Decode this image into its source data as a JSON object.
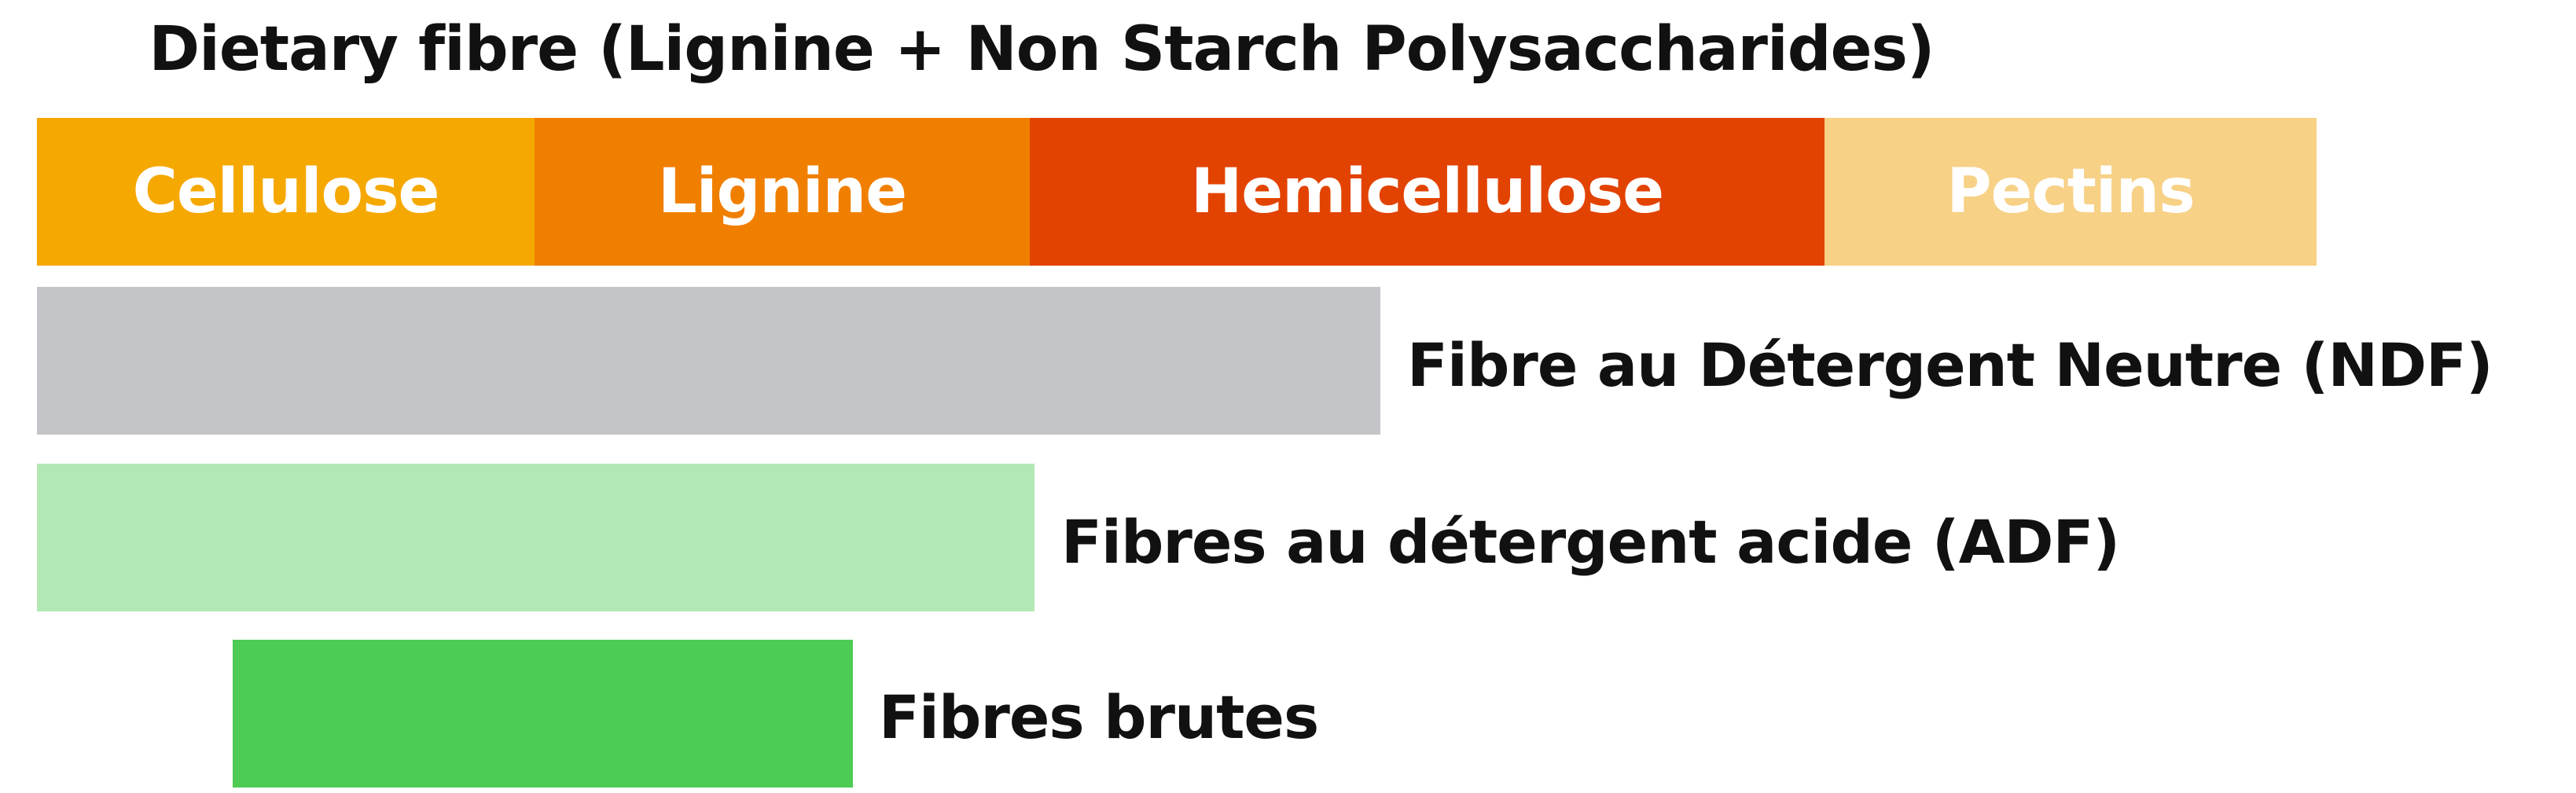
{
  "title": "Dietary fibre (Lignine + Non Starch Polysaccharides)",
  "segments": [
    {
      "label": "Cellulose",
      "color": "#F5A800"
    },
    {
      "label": "Lignine",
      "color": "#F07F00"
    },
    {
      "label": "Hemicellulose",
      "color": "#E24300"
    },
    {
      "label": "Pectins",
      "color": "#F7D186"
    }
  ],
  "bars": [
    {
      "label": "Fibre au Détergent Neutre (NDF)",
      "color": "#C4C5C8"
    },
    {
      "label": "Fibres au détergent acide (ADF)",
      "color": "#B2E8B3"
    },
    {
      "label": "Fibres brutes",
      "color": "#4DCB53"
    }
  ]
}
